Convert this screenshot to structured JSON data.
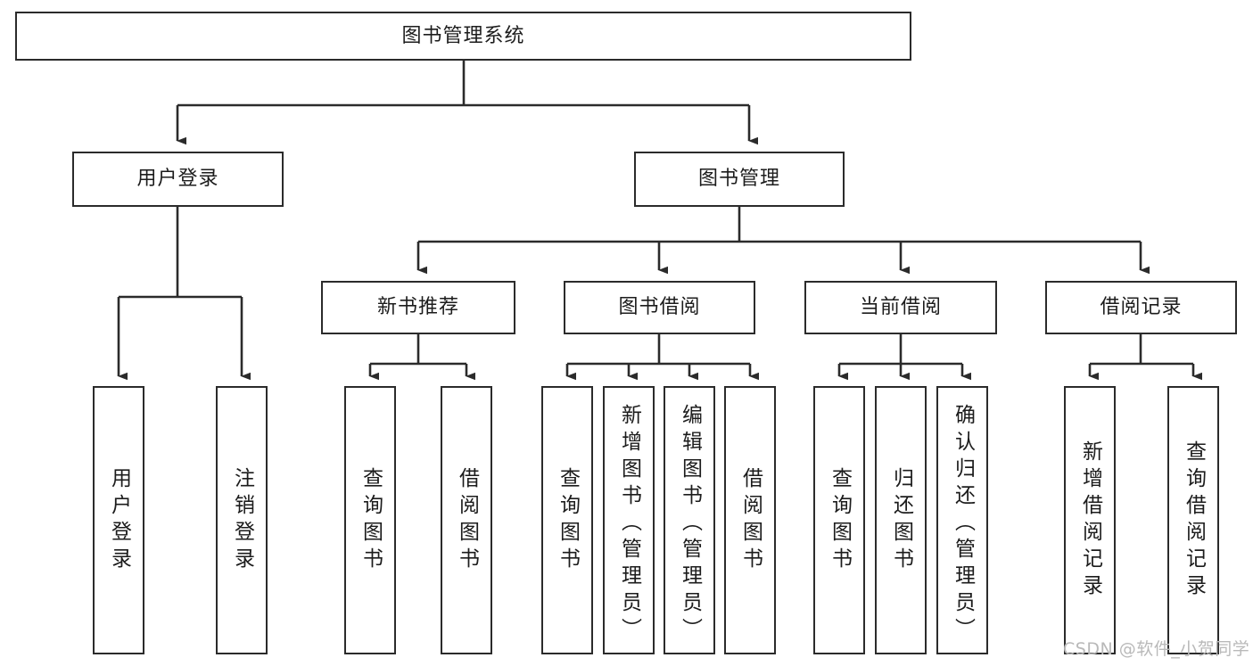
{
  "diagram": {
    "type": "tree",
    "title": "图书管理系统",
    "watermark": "CSDN @软件_小贺同学",
    "colors": {
      "stroke": "#2b2b2b",
      "fill": "#ffffff",
      "text": "#1c1c1c",
      "watermark": "#b9b9b9"
    },
    "nodes": {
      "root": {
        "label": "图书管理系统"
      },
      "level2": [
        {
          "label": "用户登录"
        },
        {
          "label": "图书管理"
        }
      ],
      "level3": [
        {
          "label": "新书推荐"
        },
        {
          "label": "图书借阅"
        },
        {
          "label": "当前借阅"
        },
        {
          "label": "借阅记录"
        }
      ],
      "leaves": {
        "user_login": [
          {
            "label": "用户登录"
          },
          {
            "label": "注销登录"
          }
        ],
        "new_book": [
          {
            "label": "查询图书"
          },
          {
            "label": "借阅图书"
          }
        ],
        "borrow": [
          {
            "label": "查询图书"
          },
          {
            "label": "新增图书（管理员）"
          },
          {
            "label": "编辑图书（管理员）"
          },
          {
            "label": "借阅图书"
          }
        ],
        "current": [
          {
            "label": "查询图书"
          },
          {
            "label": "归还图书"
          },
          {
            "label": "确认归还（管理员）"
          }
        ],
        "records": [
          {
            "label": "新增借阅记录"
          },
          {
            "label": "查询借阅记录"
          }
        ]
      }
    }
  }
}
